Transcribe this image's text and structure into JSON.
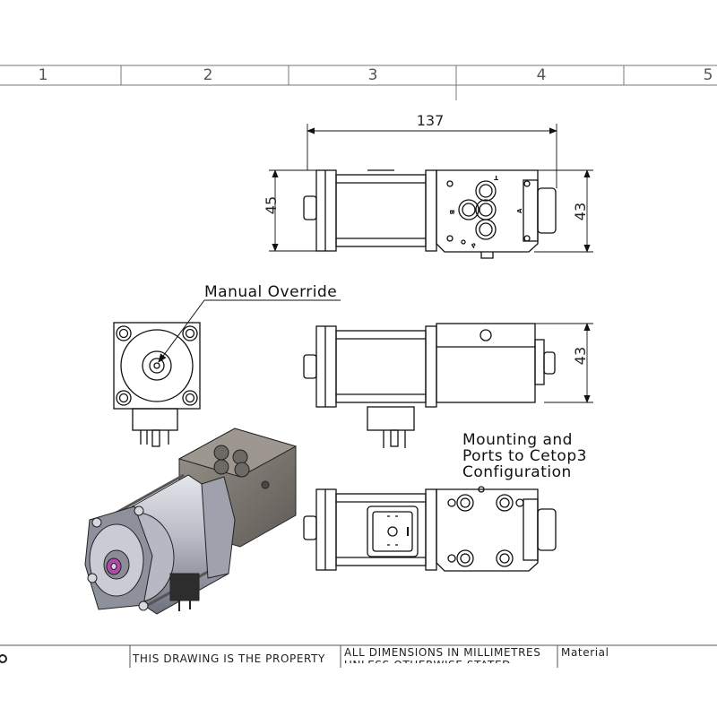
{
  "zones": [
    "1",
    "2",
    "3",
    "4",
    "5"
  ],
  "dimensions": {
    "overall_length": "137",
    "body_height": "45",
    "side_height_top": "43",
    "side_height_mid": "43"
  },
  "ports": [
    "T",
    "B",
    "A",
    "P"
  ],
  "annotations": {
    "manual_override": "Manual Override",
    "mounting_line1": "Mounting and",
    "mounting_line2": "Ports to Cetop3",
    "mounting_line3": "Configuration"
  },
  "title_block": {
    "property_notice": "THIS DRAWING IS THE PROPERTY",
    "units_line1": "ALL DIMENSIONS IN MILLIMETRES",
    "units_line2": "UNLESS OTHERWISE STATED",
    "material_label": "Material"
  },
  "colors": {
    "line": "#111111",
    "border": "#777777",
    "motor_body": "#b9bcc6",
    "valve_block": "#7a7670",
    "override_knob": "#b04aa8"
  }
}
